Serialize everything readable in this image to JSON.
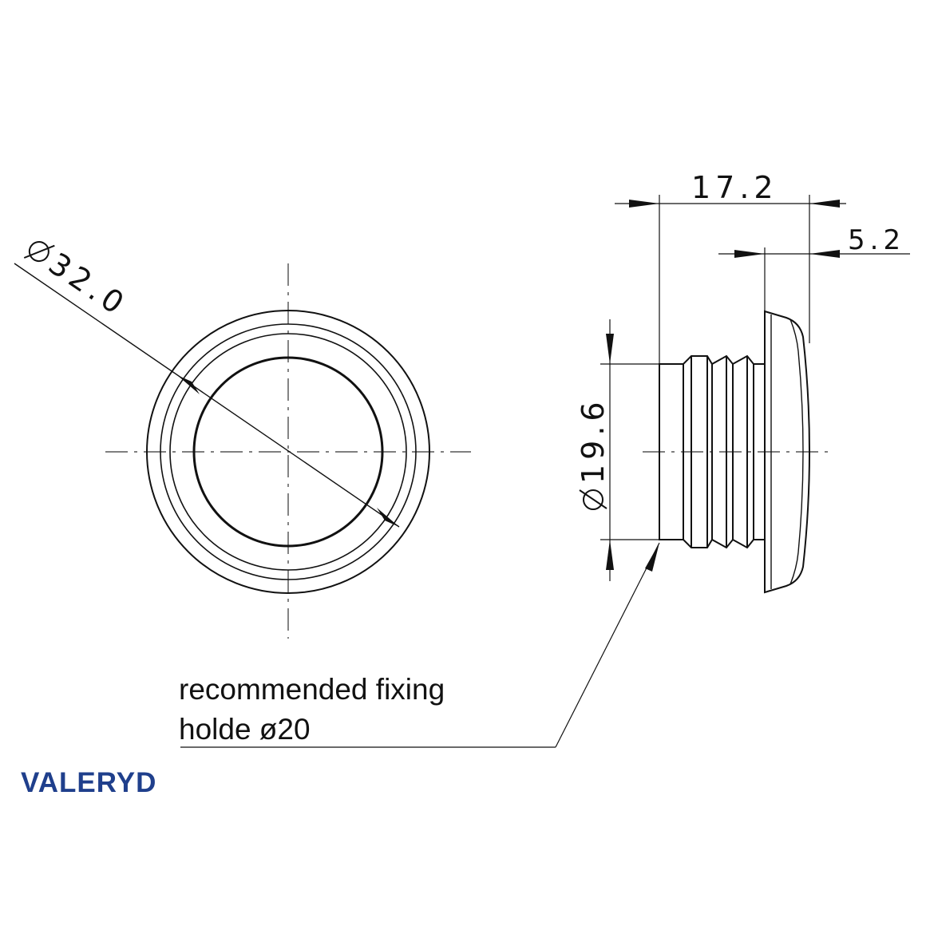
{
  "front_view": {
    "diameter_label": "32.0"
  },
  "side_view": {
    "length_label": "17.2",
    "flange_label": "5.2",
    "body_diameter_label": "19.6"
  },
  "note": {
    "line1": "recommended fixing",
    "line2": "holde ø20"
  },
  "brand": {
    "logo_text": "VALERYD",
    "color": "#1f3f8c"
  },
  "colors": {
    "line": "#111111",
    "thin_line": "#333333"
  }
}
